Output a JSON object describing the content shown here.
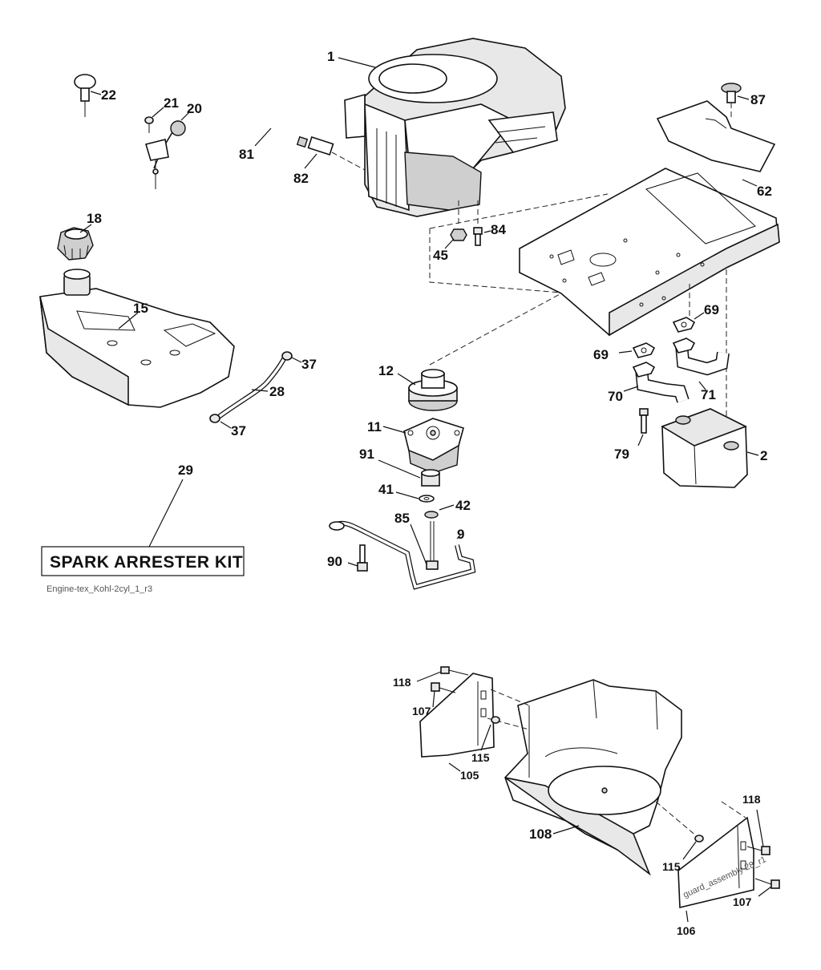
{
  "diagram": {
    "callouts": {
      "c1": "1",
      "c2": "2",
      "c9": "9",
      "c11": "11",
      "c12": "12",
      "c15": "15",
      "c18": "18",
      "c20": "20",
      "c21": "21",
      "c22": "22",
      "c28": "28",
      "c29": "29",
      "c37a": "37",
      "c37b": "37",
      "c41": "41",
      "c42": "42",
      "c45": "45",
      "c62": "62",
      "c69a": "69",
      "c69b": "69",
      "c70": "70",
      "c71": "71",
      "c79": "79",
      "c81": "81",
      "c82": "82",
      "c84": "84",
      "c85": "85",
      "c87": "87",
      "c90": "90",
      "c91": "91",
      "c105": "105",
      "c106": "106",
      "c107a": "107",
      "c107b": "107",
      "c108": "108",
      "c115a": "115",
      "c115b": "115",
      "c118a": "118",
      "c118b": "118"
    },
    "spark_arrester_label": "SPARK ARRESTER KIT",
    "drawing_id": "Engine-tex_Kohl-2cyl_1_r3",
    "guard_stamp": "guard_assembly 28_r1"
  }
}
